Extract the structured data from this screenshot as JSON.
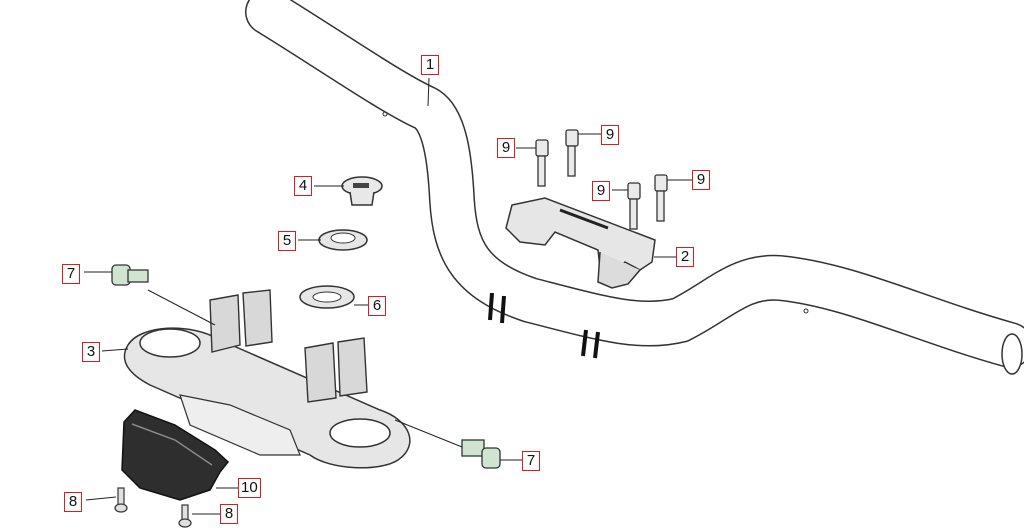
{
  "diagram": {
    "callouts": [
      {
        "id": "c1",
        "label": "1"
      },
      {
        "id": "c2",
        "label": "2"
      },
      {
        "id": "c3",
        "label": "3"
      },
      {
        "id": "c4",
        "label": "4"
      },
      {
        "id": "c5",
        "label": "5"
      },
      {
        "id": "c6",
        "label": "6"
      },
      {
        "id": "c7a",
        "label": "7"
      },
      {
        "id": "c7b",
        "label": "7"
      },
      {
        "id": "c8a",
        "label": "8"
      },
      {
        "id": "c8b",
        "label": "8"
      },
      {
        "id": "c9a",
        "label": "9"
      },
      {
        "id": "c9b",
        "label": "9"
      },
      {
        "id": "c9c",
        "label": "9"
      },
      {
        "id": "c9d",
        "label": "9"
      },
      {
        "id": "c10",
        "label": "10"
      }
    ],
    "colors": {
      "callout_border": "#d21f1f",
      "line_art": "#333333",
      "part_fill": "#e6e6e6",
      "bolt_green": "#cfe5cf"
    }
  }
}
